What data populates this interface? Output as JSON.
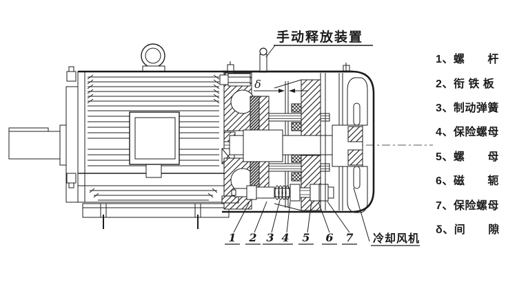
{
  "labels": {
    "manual_release": "手动释放装置",
    "cooling_fan": "冷却风机",
    "delta": "δ"
  },
  "callouts": [
    "1",
    "2",
    "3",
    "4",
    "5",
    "6",
    "7"
  ],
  "legend": [
    "1、螺　　杆",
    "2、衔 铁 板",
    "3、制动弹簧",
    "4、保险螺母",
    "5、螺　　母",
    "6、磁　　轭",
    "7、保险螺母",
    "δ、间　　隙"
  ],
  "colors": {
    "ink": "#1b1b1b",
    "background": "#ffffff"
  }
}
